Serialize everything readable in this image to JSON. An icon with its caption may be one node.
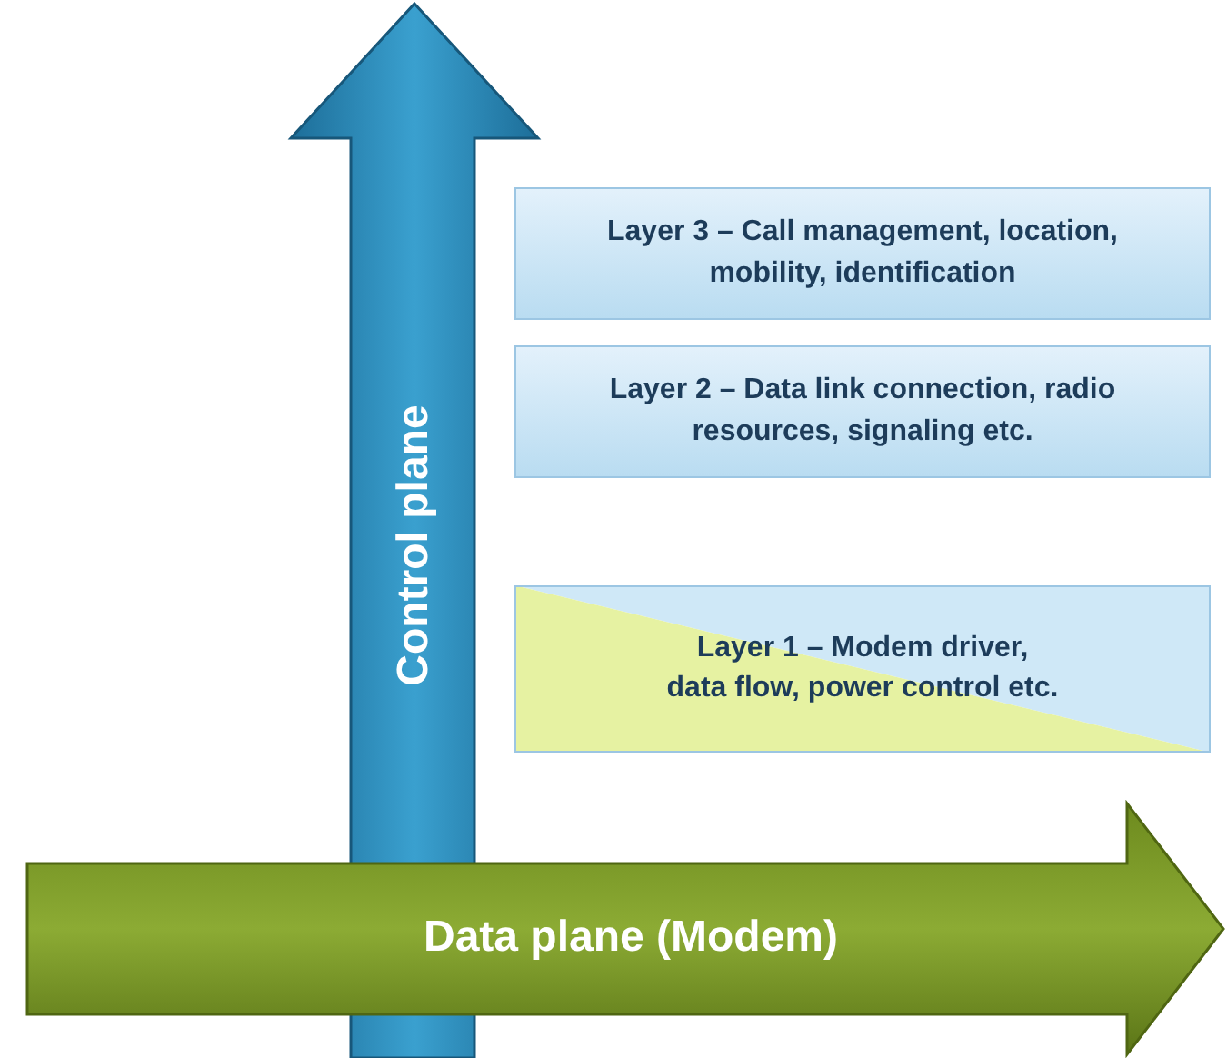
{
  "diagram": {
    "nodes": [
      {
        "text": [
          "Control plane"
        ]
      },
      {
        "text": [
          "Layer 3 – Call management, location, mobility, identification"
        ]
      },
      {
        "text": [
          "Layer 2 – Data link connection, radio resources, signaling etc."
        ]
      },
      {
        "text": [
          "Layer 1 – Modem driver, data flow, power control etc."
        ]
      },
      {
        "text": [
          "Data plane (Modem)"
        ]
      }
    ]
  }
}
